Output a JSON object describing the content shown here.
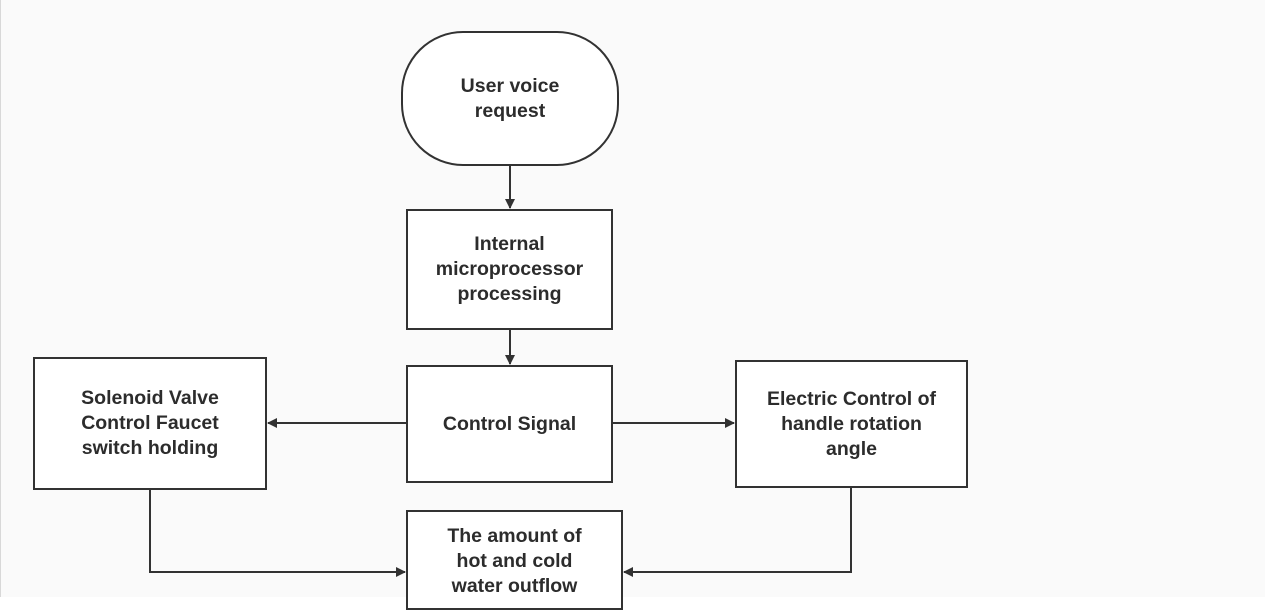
{
  "diagram": {
    "nodes": [
      {
        "id": "start",
        "label": "User voice\nrequest",
        "shape": "terminal"
      },
      {
        "id": "micro",
        "label": "Internal\nmicroprocessor\nprocessing",
        "shape": "process"
      },
      {
        "id": "signal",
        "label": "Control Signal",
        "shape": "process"
      },
      {
        "id": "solenoid",
        "label": "Solenoid Valve\nControl Faucet\nswitch holding",
        "shape": "process"
      },
      {
        "id": "electric",
        "label": "Electric Control of\nhandle rotation\nangle",
        "shape": "process"
      },
      {
        "id": "outflow",
        "label": "The amount of\nhot and cold\nwater outflow",
        "shape": "process"
      }
    ],
    "edges": [
      {
        "from": "start",
        "to": "micro"
      },
      {
        "from": "micro",
        "to": "signal"
      },
      {
        "from": "signal",
        "to": "solenoid"
      },
      {
        "from": "signal",
        "to": "electric"
      },
      {
        "from": "solenoid",
        "to": "outflow"
      },
      {
        "from": "electric",
        "to": "outflow"
      }
    ],
    "colors": {
      "stroke": "#323232",
      "node_fill": "#ffffff",
      "background": "#fafafa",
      "text": "#2c2c2c"
    }
  }
}
